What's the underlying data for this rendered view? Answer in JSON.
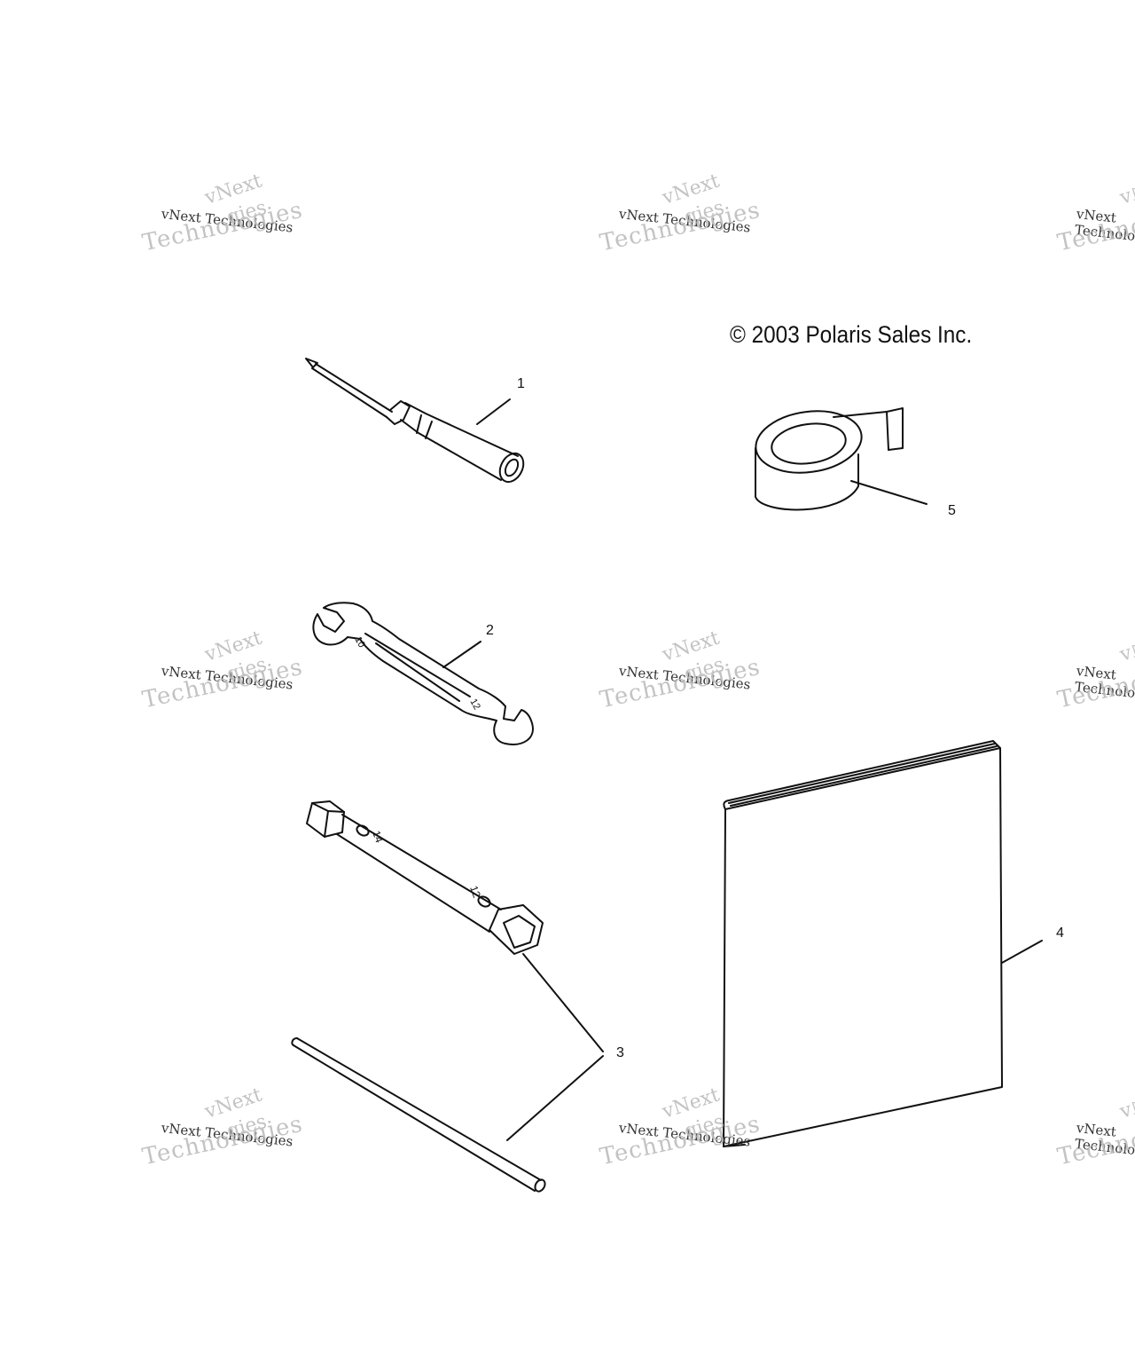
{
  "copyright": "© 2003 Polaris Sales Inc.",
  "callouts": [
    "1",
    "2",
    "3",
    "4",
    "5"
  ],
  "wrench_markings": [
    "10",
    "12"
  ],
  "socket_markings": [
    "14",
    "12"
  ],
  "watermark": {
    "line1": "vNext",
    "line2": "vNext Technologies",
    "line3": "Technologies",
    "line4": "gies"
  }
}
